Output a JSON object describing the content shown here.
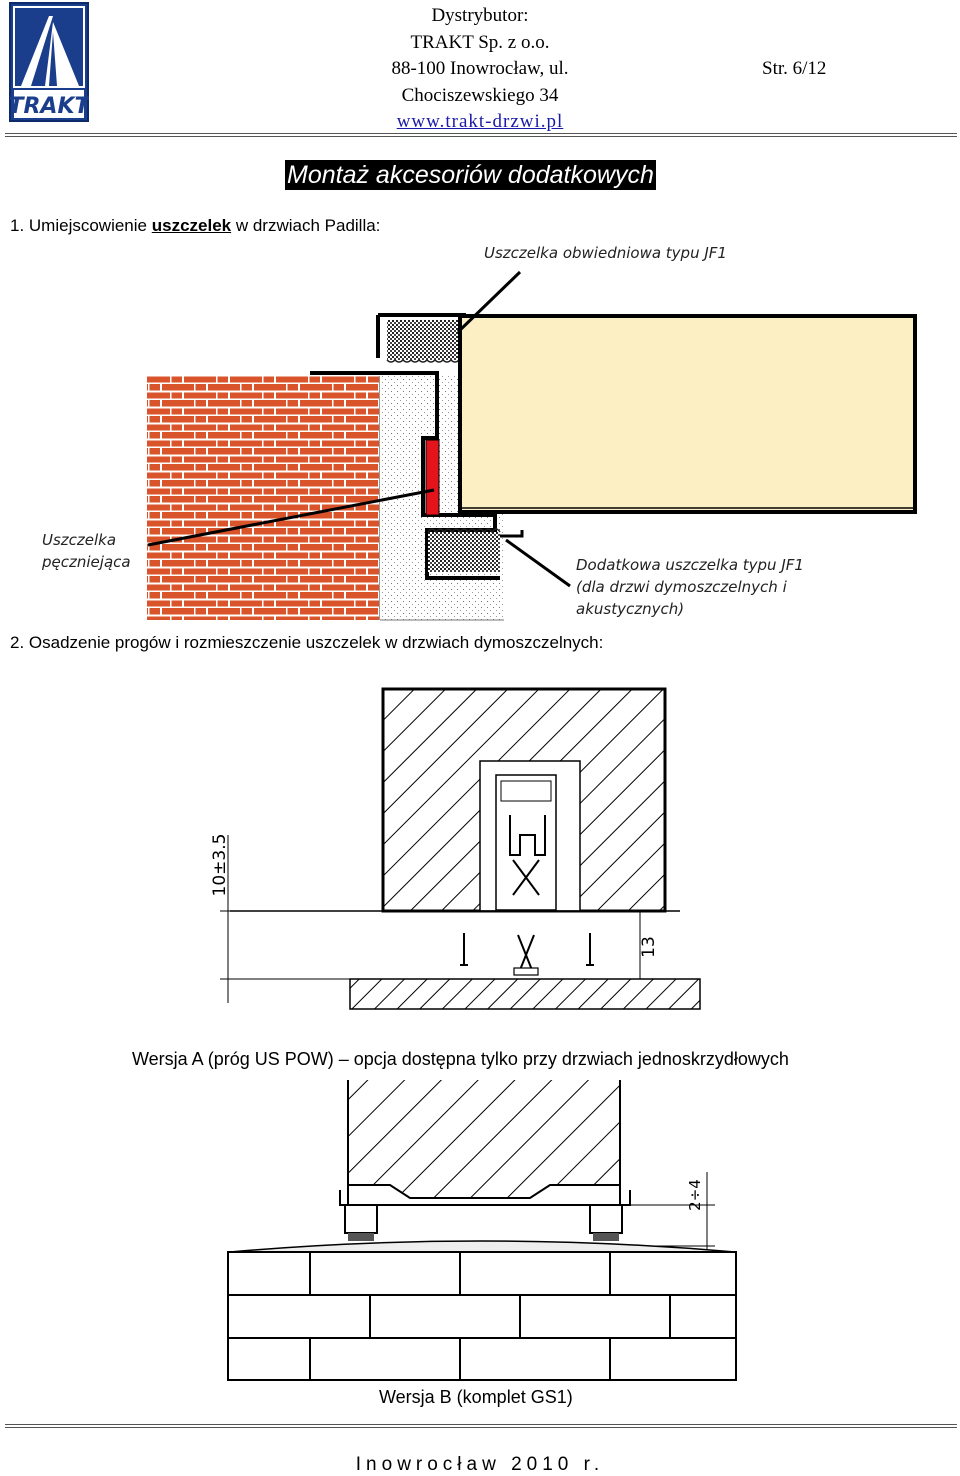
{
  "header": {
    "logo_text": "TRAKT",
    "distributor_lines": [
      "Dystrybutor:",
      "TRAKT Sp. z o.o.",
      "88-100 Inowrocław, ul.",
      "Chociszewskiego 34"
    ],
    "website": "www.trakt-drzwi.pl",
    "page": "Str. 6/12"
  },
  "title": "Montaż akcesoriów dodatkowych",
  "section1": {
    "prefix": "1. Umiejscowienie ",
    "keyword": "uszczelek",
    "suffix": " w drzwiach Padilla:",
    "labels": {
      "jf1": "Uszczelka obwiedniowa typu JF1",
      "swelling": [
        "Uszczelka",
        "pęczniejąca"
      ],
      "extra": [
        "Dodatkowa uszczelka typu JF1",
        "(dla drzwi dymoszczelnych i",
        "akustycznych)"
      ]
    }
  },
  "section2": {
    "heading": "2. Osadzenie progów i rozmieszczenie uszczelek w drzwiach dymoszczelnych:",
    "dim_gap": "10±3.5",
    "dim_13": "13",
    "caption_a": "Wersja A (próg US POW) – opcja dostępna tylko przy drzwiach jednoskrzydłowych",
    "dim_24": "2÷4",
    "caption_b": "Wersja B (komplet GS1)"
  },
  "footer": {
    "text": "Inowrocław 2010 r."
  },
  "colors": {
    "brick": "#d9542b",
    "mortar": "#ffffff",
    "leaf": "#fcefc4",
    "seal_red": "#e3141b",
    "logo_blue": "#1a3e8c",
    "link": "#1a1aa8"
  }
}
